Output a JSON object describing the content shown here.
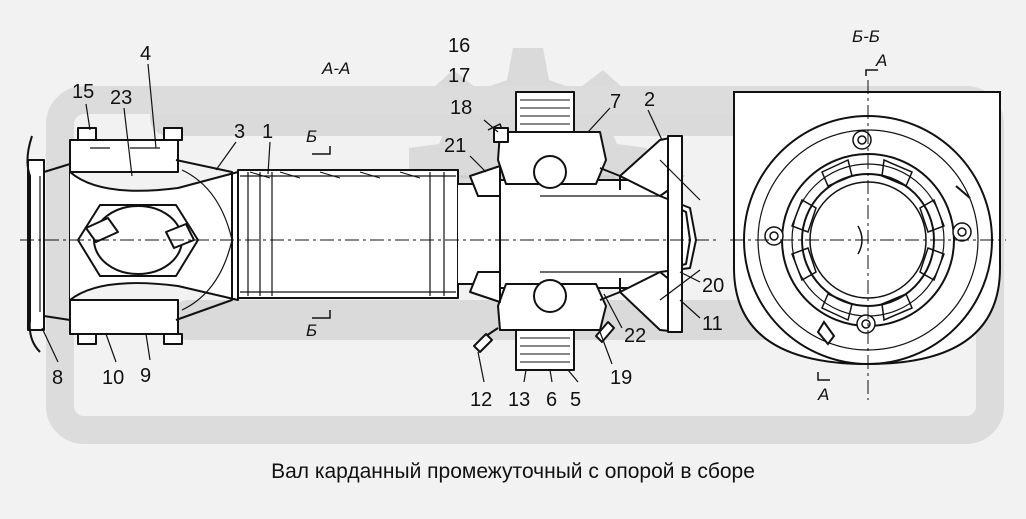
{
  "caption": "Вал карданный промежуточный с опорой в сборе",
  "watermark": "ОПЕХ",
  "section_labels": {
    "aa_title": "А-А",
    "bb_title": "Б-Б",
    "b_marker": "Б",
    "a_marker": "А"
  },
  "part_numbers": {
    "p1": "1",
    "p2": "2",
    "p3": "3",
    "p4": "4",
    "p5": "5",
    "p6": "6",
    "p7": "7",
    "p8": "8",
    "p9": "9",
    "p10": "10",
    "p11": "11",
    "p12": "12",
    "p13": "13",
    "p15": "15",
    "p16": "16",
    "p17": "17",
    "p18": "18",
    "p19": "19",
    "p20": "20",
    "p21": "21",
    "p22": "22",
    "p23": "23"
  },
  "colors": {
    "ink": "#111111",
    "paper": "#f2f2f2",
    "watermark": "#d9d9d9"
  }
}
